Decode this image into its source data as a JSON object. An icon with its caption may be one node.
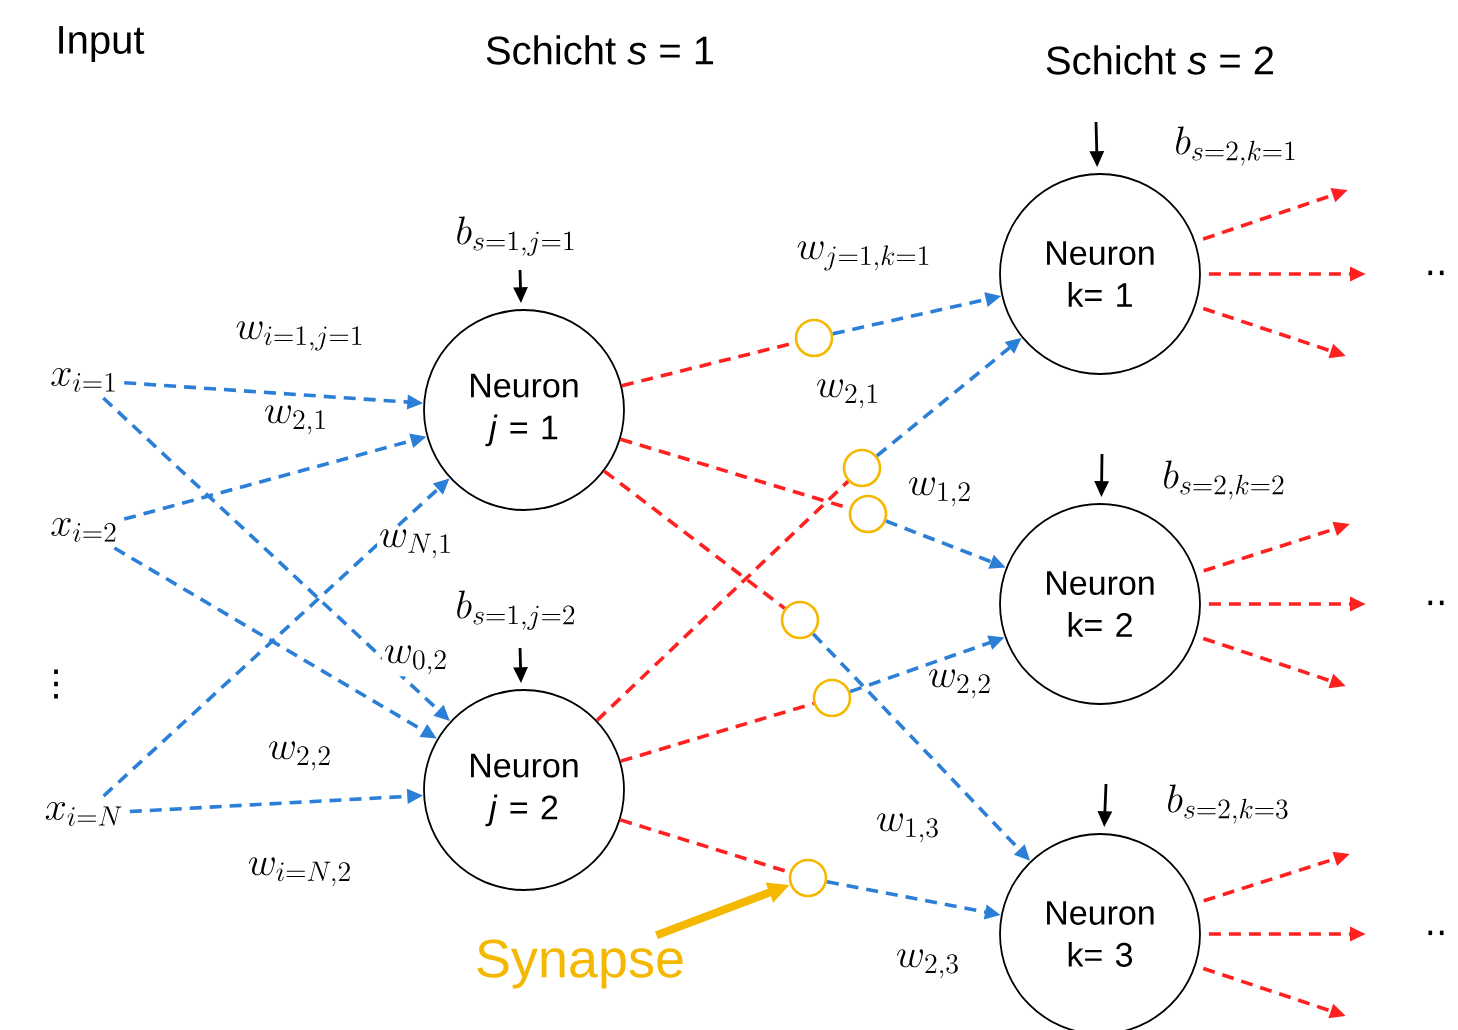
{
  "diagram": {
    "nodes": [
      {
        "text": [
          "x_{i=1}"
        ]
      },
      {
        "text": [
          "x_{i=2}"
        ]
      },
      {
        "text": [
          "x_{i=N}"
        ]
      },
      {
        "text": [
          "Neuron *j* = 1"
        ],
        "beside": [
          "b_{s=1,j=1}"
        ]
      },
      {
        "text": [
          "Neuron *j* = 2"
        ],
        "beside": [
          "b_{s=1,j=2}"
        ]
      },
      {
        "text": [],
        "shape": "circle"
      },
      {
        "text": [],
        "shape": "circle"
      },
      {
        "text": [],
        "shape": "circle"
      },
      {
        "text": [],
        "shape": "circle"
      },
      {
        "text": [],
        "shape": "circle"
      },
      {
        "text": [],
        "shape": "circle"
      },
      {
        "text": [
          "Neuron k= 1"
        ],
        "beside": [
          "b_{s=2,k=1}"
        ]
      },
      {
        "text": [
          "Neuron k= 2"
        ],
        "beside": [
          "b_{s=2,k=2}"
        ]
      },
      {
        "text": [
          "Neuron k= 3"
        ],
        "beside": [
          "b_{s=2,k=3}"
        ]
      },
      {
        "text": [
          "Synapse"
        ]
      }
    ],
    "edges": [
      {
        "from": 0,
        "to": 3,
        "arrow": "to",
        "label": "w_{i=1,j=1}",
        "style": "dashed",
        "color": "#2b7fd6"
      },
      {
        "from": 0,
        "to": 4,
        "arrow": "to",
        "label": "w_{0,2}",
        "style": "dashed",
        "color": "#2b7fd6"
      },
      {
        "from": 1,
        "to": 3,
        "arrow": "to",
        "label": "w_{2,1}",
        "style": "dashed",
        "color": "#2b7fd6"
      },
      {
        "from": 1,
        "to": 4,
        "arrow": "to",
        "label": "w_{2,2}",
        "style": "dashed",
        "color": "#2b7fd6"
      },
      {
        "from": 2,
        "to": 3,
        "arrow": "to",
        "label": "w_{N,1}",
        "style": "dashed",
        "color": "#2b7fd6"
      },
      {
        "from": 2,
        "to": 4,
        "arrow": "to",
        "label": "w_{i=N,2}",
        "style": "dashed",
        "color": "#2b7fd6"
      },
      {
        "from": 3,
        "to": 5,
        "arrow": "none",
        "style": "dashed",
        "color": "#ff2020"
      },
      {
        "from": 3,
        "to": 7,
        "arrow": "none",
        "style": "dashed",
        "color": "#ff2020"
      },
      {
        "from": 3,
        "to": 8,
        "arrow": "none",
        "style": "dashed",
        "color": "#ff2020"
      },
      {
        "from": 4,
        "to": 6,
        "arrow": "none",
        "style": "dashed",
        "color": "#ff2020"
      },
      {
        "from": 4,
        "to": 9,
        "arrow": "none",
        "style": "dashed",
        "color": "#ff2020"
      },
      {
        "from": 4,
        "to": 10,
        "arrow": "none",
        "style": "dashed",
        "color": "#ff2020"
      },
      {
        "from": 5,
        "to": 11,
        "arrow": "to",
        "label": "w_{j=1,k=1}",
        "style": "dashed",
        "color": "#2b7fd6"
      },
      {
        "from": 6,
        "to": 11,
        "arrow": "to",
        "label": "w_{2,1}",
        "style": "dashed",
        "color": "#2b7fd6"
      },
      {
        "from": 7,
        "to": 12,
        "arrow": "to",
        "label": "w_{1,2}",
        "style": "dashed",
        "color": "#2b7fd6"
      },
      {
        "from": 9,
        "to": 12,
        "arrow": "to",
        "label": "w_{2,2}",
        "style": "dashed",
        "color": "#2b7fd6"
      },
      {
        "from": 8,
        "to": 13,
        "arrow": "to",
        "label": "w_{1,3}",
        "style": "dashed",
        "color": "#2b7fd6"
      },
      {
        "from": 10,
        "to": 13,
        "arrow": "to",
        "label": "w_{2,3}",
        "style": "dashed",
        "color": "#2b7fd6"
      },
      {
        "from": 11,
        "to": null,
        "arrow": "to",
        "style": "dashed",
        "color": "#ff2020"
      },
      {
        "from": 11,
        "to": null,
        "arrow": "to",
        "style": "dashed",
        "color": "#ff2020"
      },
      {
        "from": 11,
        "to": null,
        "arrow": "to",
        "style": "dashed",
        "color": "#ff2020"
      },
      {
        "from": 12,
        "to": null,
        "arrow": "to",
        "style": "dashed",
        "color": "#ff2020"
      },
      {
        "from": 12,
        "to": null,
        "arrow": "to",
        "style": "dashed",
        "color": "#ff2020"
      },
      {
        "from": 12,
        "to": null,
        "arrow": "to",
        "style": "dashed",
        "color": "#ff2020"
      },
      {
        "from": 13,
        "to": null,
        "arrow": "to",
        "style": "dashed",
        "color": "#ff2020"
      },
      {
        "from": 13,
        "to": null,
        "arrow": "to",
        "style": "dashed",
        "color": "#ff2020"
      },
      {
        "from": 13,
        "to": null,
        "arrow": "to",
        "style": "dashed",
        "color": "#ff2020"
      },
      {
        "from": null,
        "to": 3,
        "arrow": "to",
        "color": "#000000"
      },
      {
        "from": null,
        "to": 4,
        "arrow": "to",
        "color": "#000000"
      },
      {
        "from": null,
        "to": 11,
        "arrow": "to",
        "color": "#000000"
      },
      {
        "from": null,
        "to": 12,
        "arrow": "to",
        "color": "#000000"
      },
      {
        "from": null,
        "to": 13,
        "arrow": "to",
        "color": "#000000"
      },
      {
        "from": 14,
        "to": 10,
        "arrow": "to",
        "style": "thick",
        "color": "#f5b800"
      }
    ],
    "labels": [
      "Input",
      "Schicht *s* = 1",
      "Schicht *s* = 2",
      "⋮",
      "··",
      "··",
      "··"
    ]
  }
}
